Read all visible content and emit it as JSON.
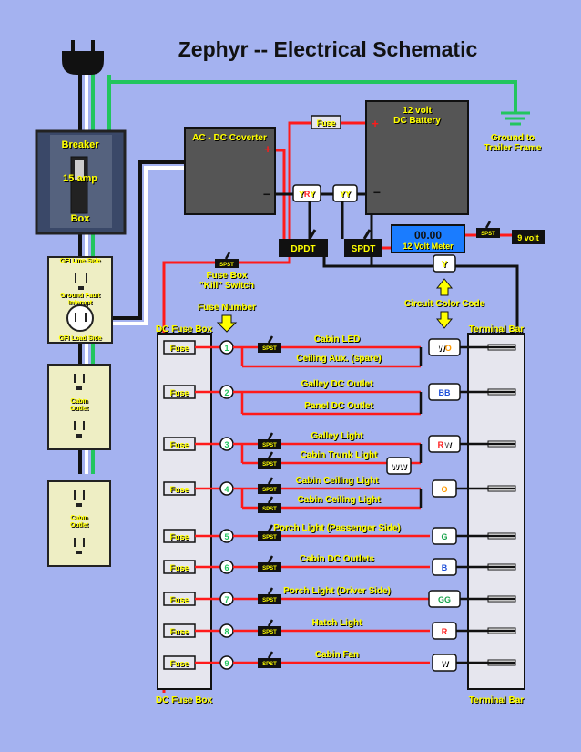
{
  "title": "Zephyr -- Electrical Schematic",
  "colors": {
    "background": "#a4b2f0",
    "wire_red": "#ff1a1a",
    "wire_black": "#111111",
    "wire_green": "#22c55e",
    "wire_white": "#ffffff",
    "label_yellow": "#ffff00",
    "box_gray": "#555555",
    "box_dark": "#3a4868",
    "outlet": "#eeeec4",
    "fuse_box": "#e6e6ee",
    "meter_blue": "#1a7cff"
  },
  "plug": {
    "icon": "power-plug-icon"
  },
  "breaker": {
    "top": "Breaker",
    "amp": "15 amp",
    "bottom": "Box"
  },
  "gfi": {
    "line_side": "GFI Line Side",
    "middle": "Ground Fault Interupt",
    "load_side": "GFI Load Side"
  },
  "cabin_outlets": [
    "Cabin Outlet",
    "Cabin Outlet"
  ],
  "ground": {
    "label": "Ground to Trailer Frame",
    "icon": "ground-symbol-icon"
  },
  "converter": {
    "label": "AC - DC Coverter",
    "plus": "+",
    "minus": "−"
  },
  "battery": {
    "label": "12 volt DC Battery",
    "plus": "+",
    "minus": "−"
  },
  "fuse_label": "Fuse",
  "yy_tags": [
    [
      "Y",
      "R",
      "Y"
    ],
    [
      "Y",
      "Y"
    ]
  ],
  "dpdt": "DPDT",
  "spdt": "SPDT",
  "spst": "SPST",
  "meter": {
    "value": "00.00",
    "label": "12 Volt Meter"
  },
  "nine_volt": "9 volt",
  "kill_switch": "Fuse Box \"Kill\" Switch",
  "fuse_number_label": "Fuse Number",
  "circuit_code": {
    "label": "Circuit Color Code",
    "tag": "Y"
  },
  "dc_fuse_box": {
    "top": "DC Fuse Box",
    "bottom": "DC Fuse Box"
  },
  "terminal_bar": {
    "top": "Terminal Bar",
    "bottom": "Terminal Bar"
  },
  "circuits": [
    {
      "num": "1",
      "loads": [
        "Cabin LED",
        "Ceiling Aux. (spare)"
      ],
      "code": [
        [
          "W",
          "white"
        ],
        [
          "O",
          "orange"
        ]
      ],
      "spst": 1
    },
    {
      "num": "2",
      "loads": [
        "Galley DC Outlet",
        "Panel DC Outlet"
      ],
      "code": [
        [
          "B",
          "blue"
        ],
        [
          "B",
          "blue"
        ]
      ],
      "spst": 0
    },
    {
      "num": "3",
      "loads": [
        "Galley Light",
        "Cabin Trunk Light"
      ],
      "code": [
        [
          "R",
          "red"
        ],
        [
          "W",
          "white"
        ]
      ],
      "spst": 2,
      "extra": [
        [
          "W",
          "white"
        ],
        [
          "W",
          "white"
        ]
      ]
    },
    {
      "num": "4",
      "loads": [
        "Cabin Ceiling Light",
        "Cabin Ceiling Light"
      ],
      "code": [
        [
          "O",
          "orange"
        ]
      ],
      "spst": 2
    },
    {
      "num": "5",
      "loads": [
        "Porch Light (Passenger Side)"
      ],
      "code": [
        [
          "G",
          "green"
        ]
      ],
      "spst": 1
    },
    {
      "num": "6",
      "loads": [
        "Cabin DC Outlets"
      ],
      "code": [
        [
          "B",
          "blue"
        ]
      ],
      "spst": 1
    },
    {
      "num": "7",
      "loads": [
        "Porch Light (Driver Side)"
      ],
      "code": [
        [
          "G",
          "green"
        ],
        [
          "G",
          "green"
        ]
      ],
      "spst": 1
    },
    {
      "num": "8",
      "loads": [
        "Hatch Light"
      ],
      "code": [
        [
          "R",
          "red"
        ]
      ],
      "spst": 1
    },
    {
      "num": "9",
      "loads": [
        "Cabin Fan"
      ],
      "code": [
        [
          "W",
          "white"
        ]
      ],
      "spst": 1
    }
  ]
}
